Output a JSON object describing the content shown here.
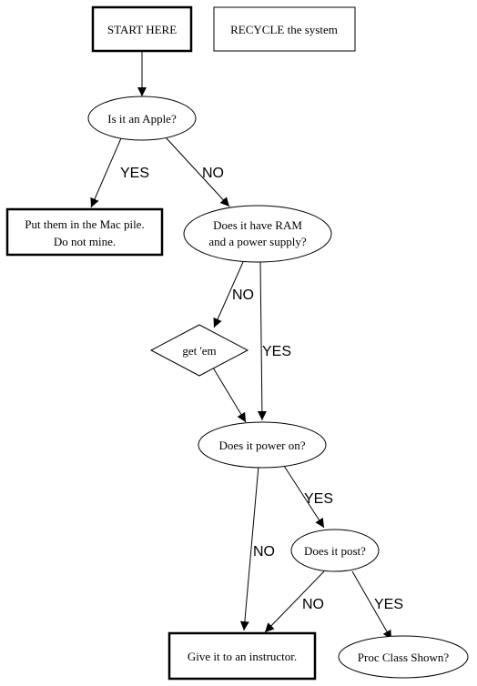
{
  "nodes": {
    "start": {
      "label": [
        "START HERE"
      ]
    },
    "recycle": {
      "label": [
        "RECYCLE the system"
      ]
    },
    "apple": {
      "label": [
        "Is it an Apple?"
      ]
    },
    "mac_pile": {
      "label": [
        "Put them in the Mac pile.",
        "Do not mine."
      ]
    },
    "ram_psu": {
      "label": [
        "Does it have RAM",
        "and a power supply?"
      ]
    },
    "get_em": {
      "label": [
        "get 'em"
      ]
    },
    "power_on": {
      "label": [
        "Does it power on?"
      ]
    },
    "post": {
      "label": [
        "Does it post?"
      ]
    },
    "instructor": {
      "label": [
        "Give it to an instructor."
      ]
    },
    "proc_class": {
      "label": [
        "Proc Class Shown?"
      ]
    }
  },
  "edges": {
    "apple_yes": "YES",
    "apple_no": "NO",
    "ram_no": "NO",
    "ram_yes": "YES",
    "power_yes": "YES",
    "power_no": "NO",
    "post_no": "NO",
    "post_yes": "YES"
  }
}
